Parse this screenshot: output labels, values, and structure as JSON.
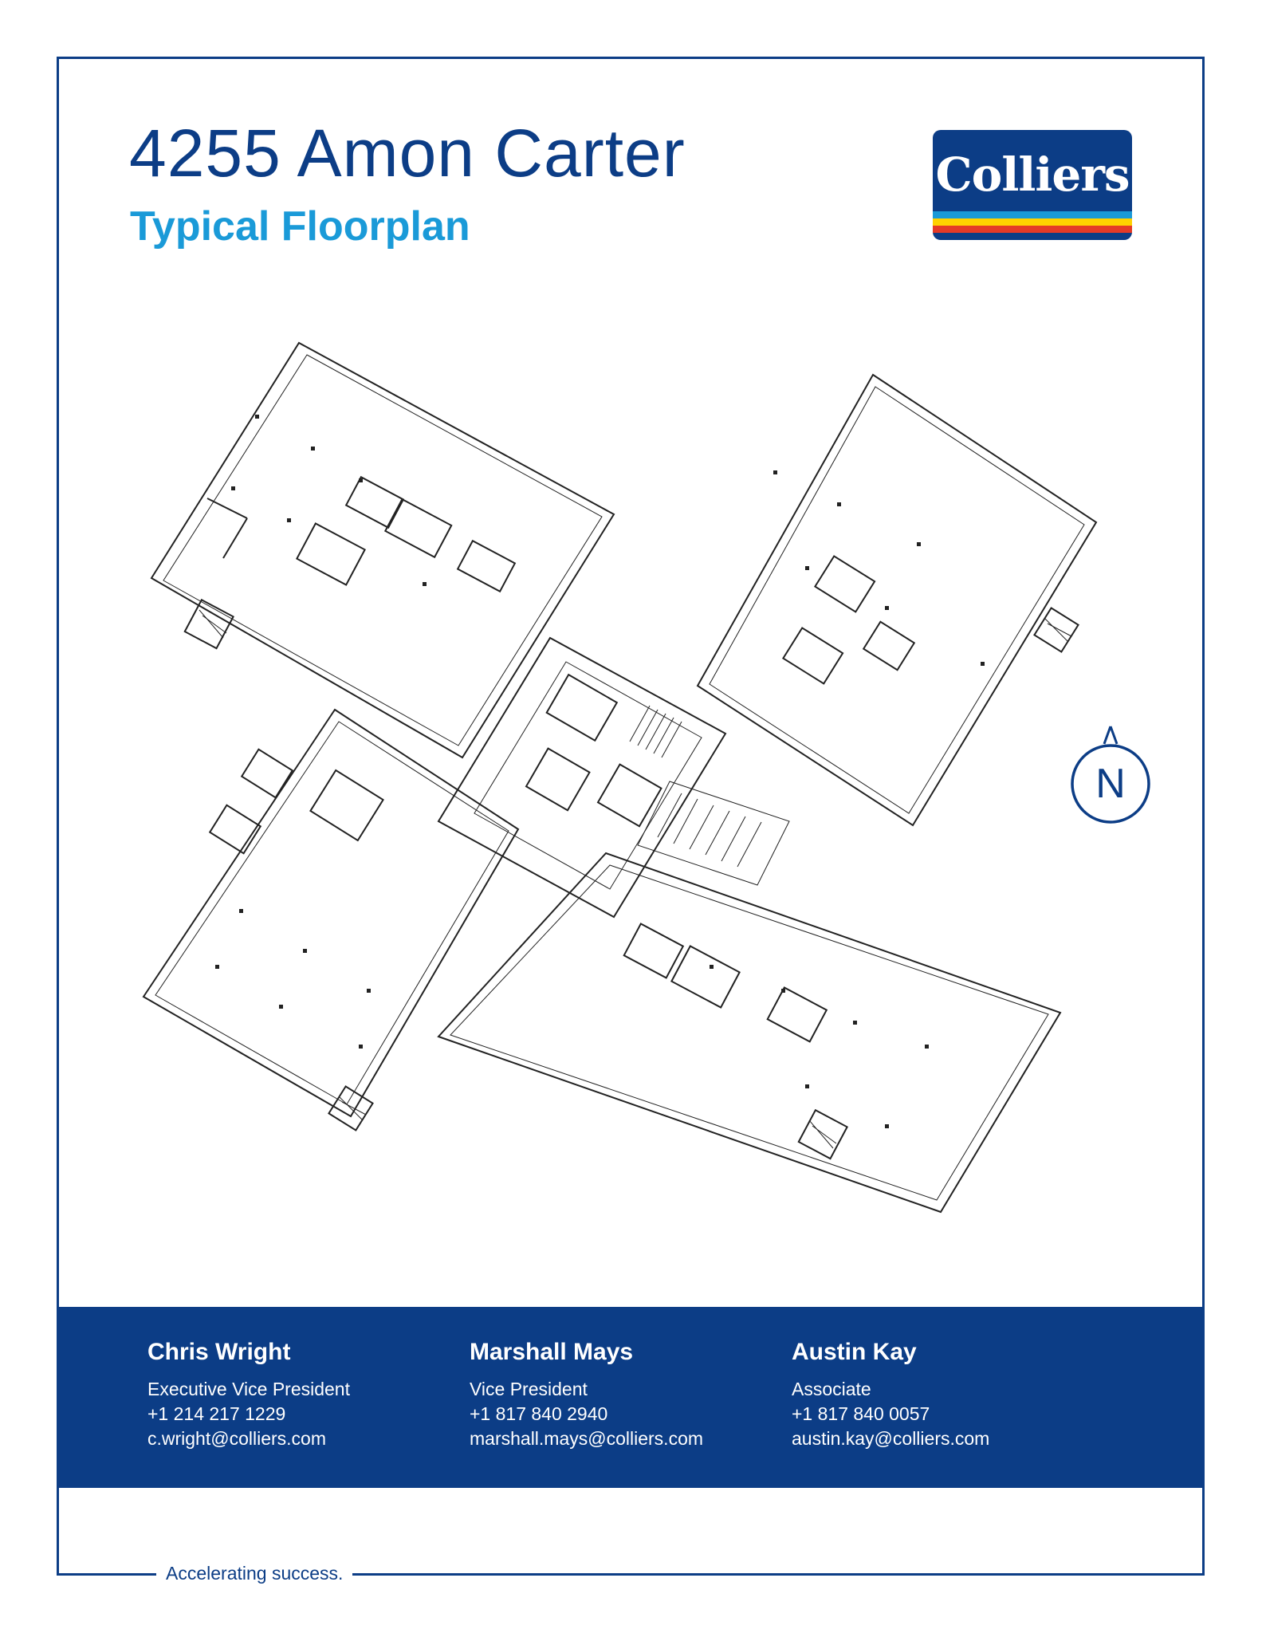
{
  "header": {
    "title": "4255 Amon Carter",
    "subtitle": "Typical Floorplan"
  },
  "logo": {
    "text": "Colliers",
    "colors": {
      "background": "#0c3d86",
      "stripes": [
        "#1a9ad8",
        "#ffd100",
        "#e53a27"
      ]
    }
  },
  "compass": {
    "label": "N",
    "icon": "north-arrow-icon"
  },
  "contacts": [
    {
      "name": "Chris Wright",
      "title": "Executive Vice President",
      "phone": "+1 214 217 1229",
      "email": "c.wright@colliers.com"
    },
    {
      "name": "Marshall Mays",
      "title": "Vice President",
      "phone": "+1 817 840 2940",
      "email": "marshall.mays@colliers.com"
    },
    {
      "name": "Austin Kay",
      "title": "Associate",
      "phone": "+1 817 840 0057",
      "email": "austin.kay@colliers.com"
    }
  ],
  "footer": {
    "tagline": "Accelerating success."
  },
  "colors": {
    "brand_navy": "#0c3d86",
    "brand_blue": "#1a9ad8"
  }
}
